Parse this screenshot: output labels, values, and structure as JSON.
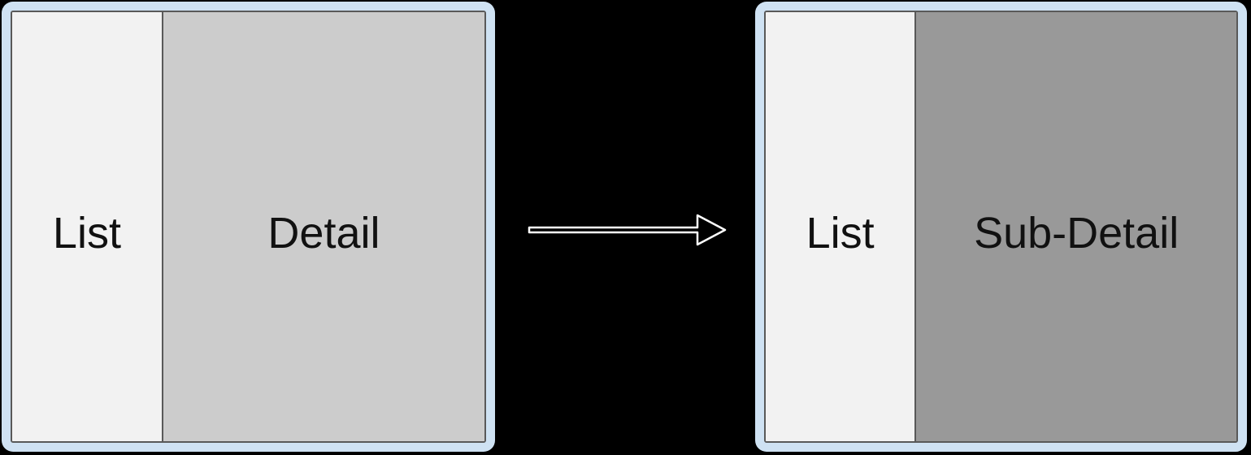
{
  "diagram": {
    "before_panel": {
      "name": "list-detail-layout",
      "list_label": "List",
      "detail_label": "Detail"
    },
    "after_panel": {
      "name": "list-sub-detail-layout",
      "list_label": "List",
      "detail_label": "Sub-Detail"
    },
    "arrow": {
      "direction": "right",
      "style": "open-outline"
    },
    "colors": {
      "background": "#000000",
      "frame": "#cfe2f3",
      "inner_border": "#595959",
      "list_bg": "#f2f2f2",
      "detail_bg": "#cccccc",
      "sub_detail_bg": "#999999",
      "text": "#111111",
      "arrow_stroke": "#ffffff",
      "arrow_fill": "#000000"
    }
  }
}
